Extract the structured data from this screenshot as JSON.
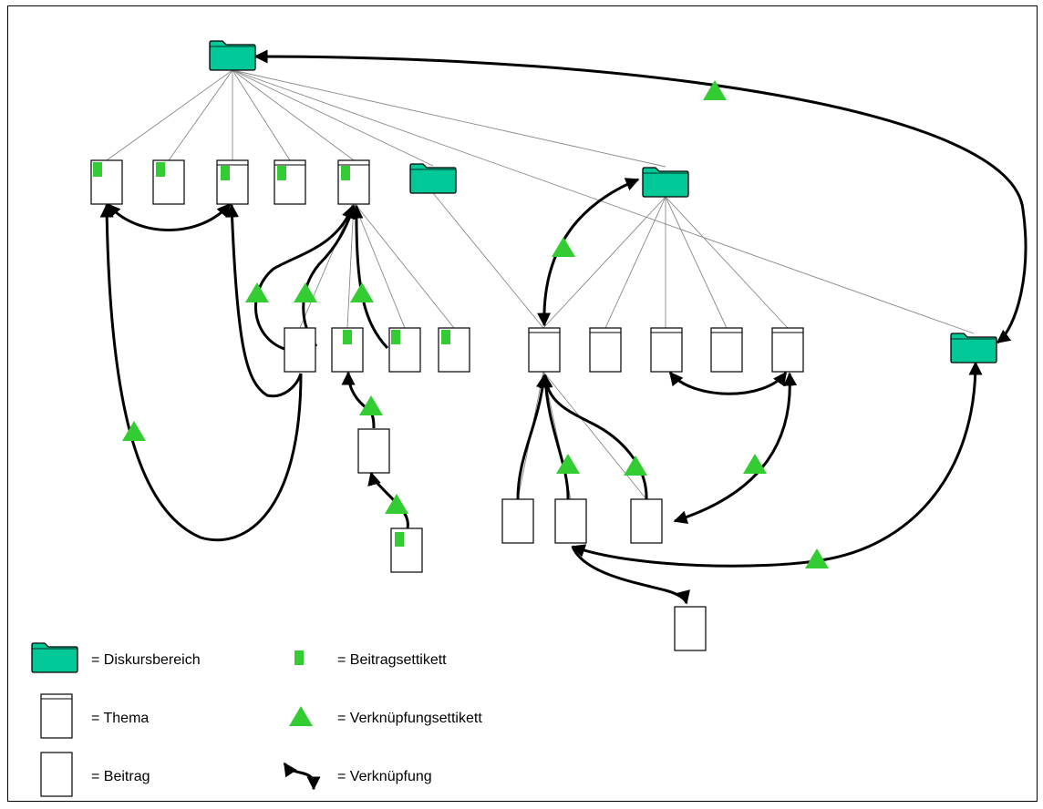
{
  "colors": {
    "folder_fill": "#00c896",
    "tag_fill": "#33cc33",
    "line": "#000000",
    "tree_line": "#888888",
    "border": "#000000"
  },
  "legend": {
    "discourse_area": "= Diskursbereich",
    "topic": "= Thema",
    "post": "= Beitrag",
    "post_tag": "= Beitragsettikett",
    "link_tag": "= Verknüpfungsettikett",
    "link": "= Verknüpfung"
  }
}
